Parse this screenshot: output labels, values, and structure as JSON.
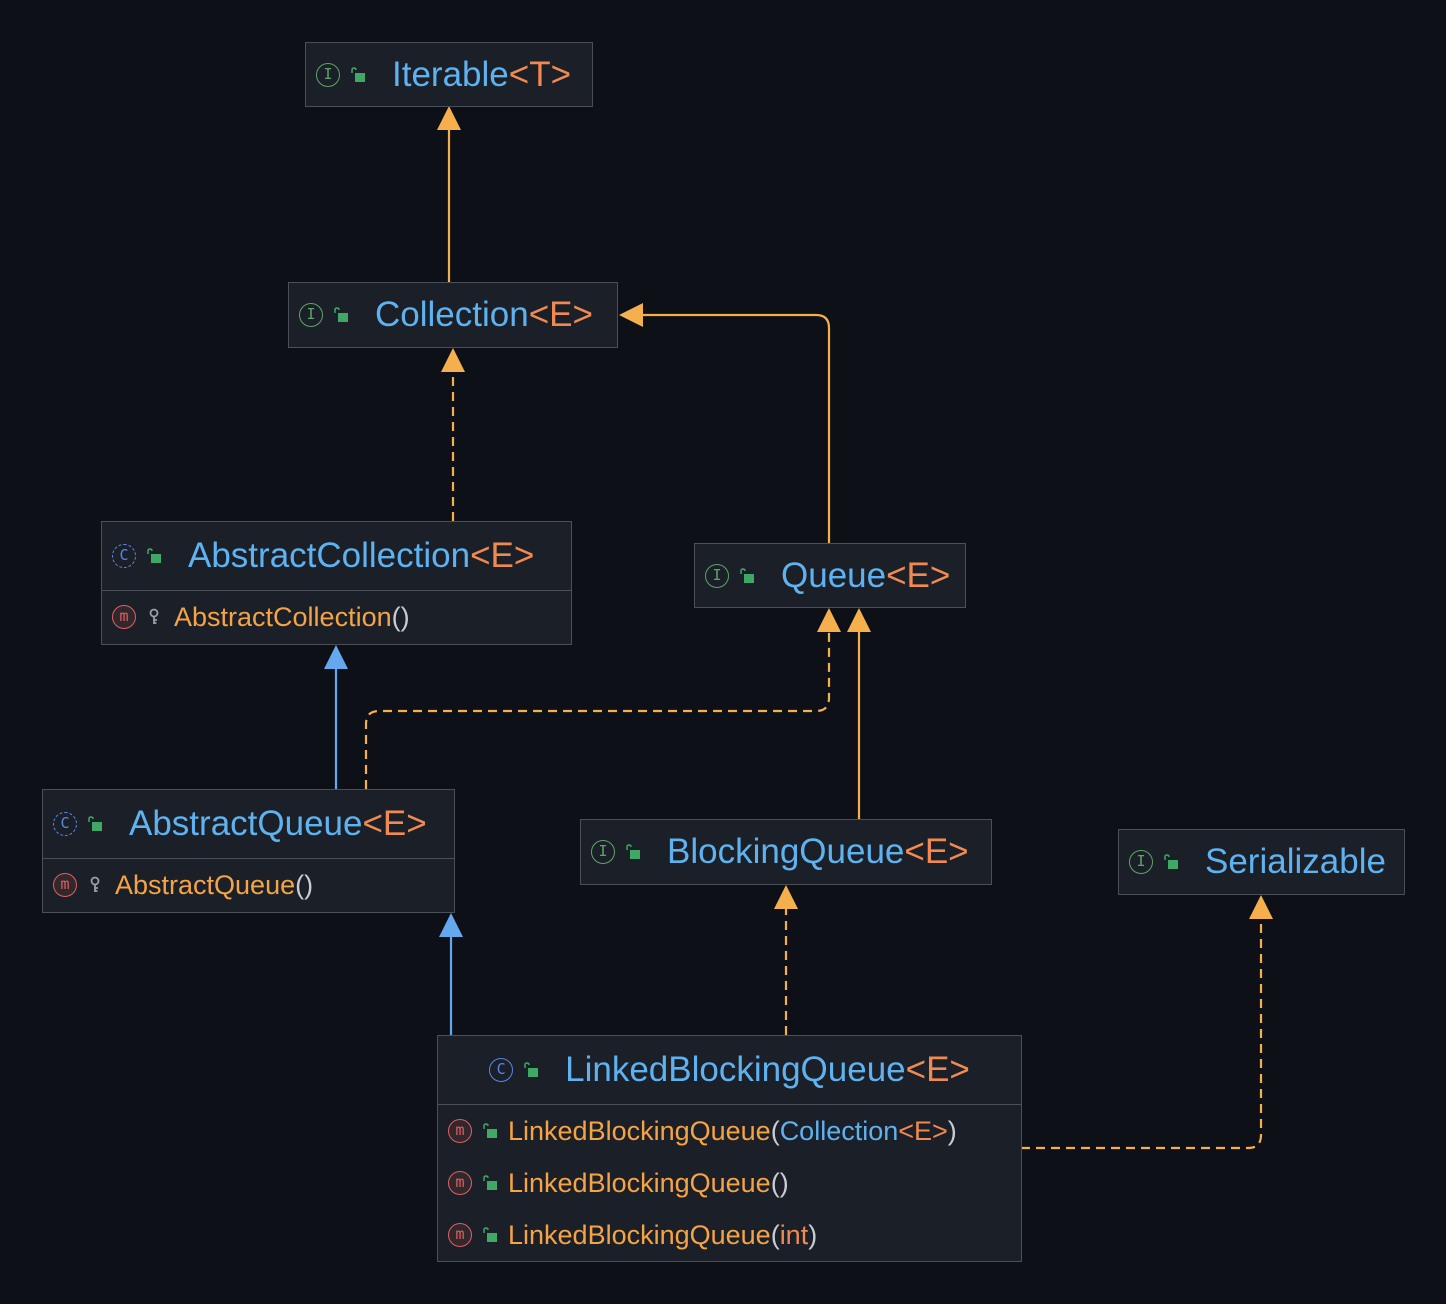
{
  "diagram": {
    "colors": {
      "background": "#0d1017",
      "node_fill": "#1b1f27",
      "node_border": "#4a4f58",
      "type_name": "#5fb2f0",
      "generic": "#f18a50",
      "method_name": "#f5a445",
      "implements_edge": "#f5b04d",
      "extends_class_edge": "#64a8ee"
    },
    "nodes": {
      "iterable": {
        "kind": "interface",
        "icon": "interface-icon",
        "name": "Iterable",
        "generic": "<T>"
      },
      "collection": {
        "kind": "interface",
        "icon": "interface-icon",
        "name": "Collection",
        "generic": "<E>"
      },
      "abstract_collection": {
        "kind": "abstract-class",
        "icon": "abstract-class-icon",
        "name": "AbstractCollection",
        "generic": "<E>",
        "members": [
          {
            "icon": "method-icon",
            "access": "protected",
            "name": "AbstractCollection",
            "open": "(",
            "close": ")"
          }
        ]
      },
      "queue": {
        "kind": "interface",
        "icon": "interface-icon",
        "name": "Queue",
        "generic": "<E>"
      },
      "abstract_queue": {
        "kind": "abstract-class",
        "icon": "abstract-class-icon",
        "name": "AbstractQueue",
        "generic": "<E>",
        "members": [
          {
            "icon": "method-icon",
            "access": "protected",
            "name": "AbstractQueue",
            "open": "(",
            "close": ")"
          }
        ]
      },
      "blocking_queue": {
        "kind": "interface",
        "icon": "interface-icon",
        "name": "BlockingQueue",
        "generic": "<E>"
      },
      "serializable": {
        "kind": "interface",
        "icon": "interface-icon",
        "name": "Serializable"
      },
      "linked_blocking_queue": {
        "kind": "class",
        "icon": "class-icon",
        "name": "LinkedBlockingQueue",
        "generic": "<E>",
        "members": [
          {
            "icon": "method-icon",
            "access": "public",
            "name": "LinkedBlockingQueue",
            "open": "(",
            "param_type": "Collection",
            "param_generic": "<E>",
            "close": ")"
          },
          {
            "icon": "method-icon",
            "access": "public",
            "name": "LinkedBlockingQueue",
            "open": "(",
            "close": ")"
          },
          {
            "icon": "method-icon",
            "access": "public",
            "name": "LinkedBlockingQueue",
            "open": "(",
            "param_prim": "int",
            "close": ")"
          }
        ]
      }
    },
    "edges": [
      {
        "from": "Collection",
        "to": "Iterable",
        "relation": "extends",
        "style": "solid",
        "color": "#f5b04d"
      },
      {
        "from": "Queue",
        "to": "Collection",
        "relation": "extends",
        "style": "solid",
        "color": "#f5b04d"
      },
      {
        "from": "AbstractCollection",
        "to": "Collection",
        "relation": "implements",
        "style": "dashed",
        "color": "#f5b04d"
      },
      {
        "from": "AbstractQueue",
        "to": "AbstractCollection",
        "relation": "extends",
        "style": "solid",
        "color": "#64a8ee"
      },
      {
        "from": "AbstractQueue",
        "to": "Queue",
        "relation": "implements",
        "style": "dashed",
        "color": "#f5b04d"
      },
      {
        "from": "BlockingQueue",
        "to": "Queue",
        "relation": "extends",
        "style": "solid",
        "color": "#f5b04d"
      },
      {
        "from": "LinkedBlockingQueue",
        "to": "AbstractQueue",
        "relation": "extends",
        "style": "solid",
        "color": "#64a8ee"
      },
      {
        "from": "LinkedBlockingQueue",
        "to": "BlockingQueue",
        "relation": "implements",
        "style": "dashed",
        "color": "#f5b04d"
      },
      {
        "from": "LinkedBlockingQueue",
        "to": "Serializable",
        "relation": "implements",
        "style": "dashed",
        "color": "#f5b04d"
      }
    ]
  }
}
